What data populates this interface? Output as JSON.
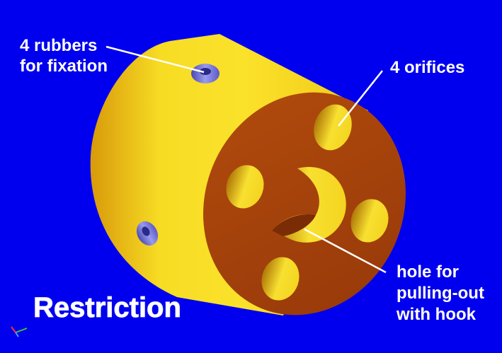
{
  "title": "Restriction",
  "callouts": {
    "rubbers": {
      "line1": "4 rubbers",
      "line2": "for fixation"
    },
    "orifices": {
      "line1": "4 orifices"
    },
    "hook_hole": {
      "line1": "hole for",
      "line2": "pulling-out",
      "line3": "with hook"
    }
  },
  "colors": {
    "background": "#0000ee",
    "cylinder_body": "#f2d21a",
    "end_face": "#a6440a",
    "rubber": "#6a6ad8",
    "label_text": "#ffffff"
  }
}
